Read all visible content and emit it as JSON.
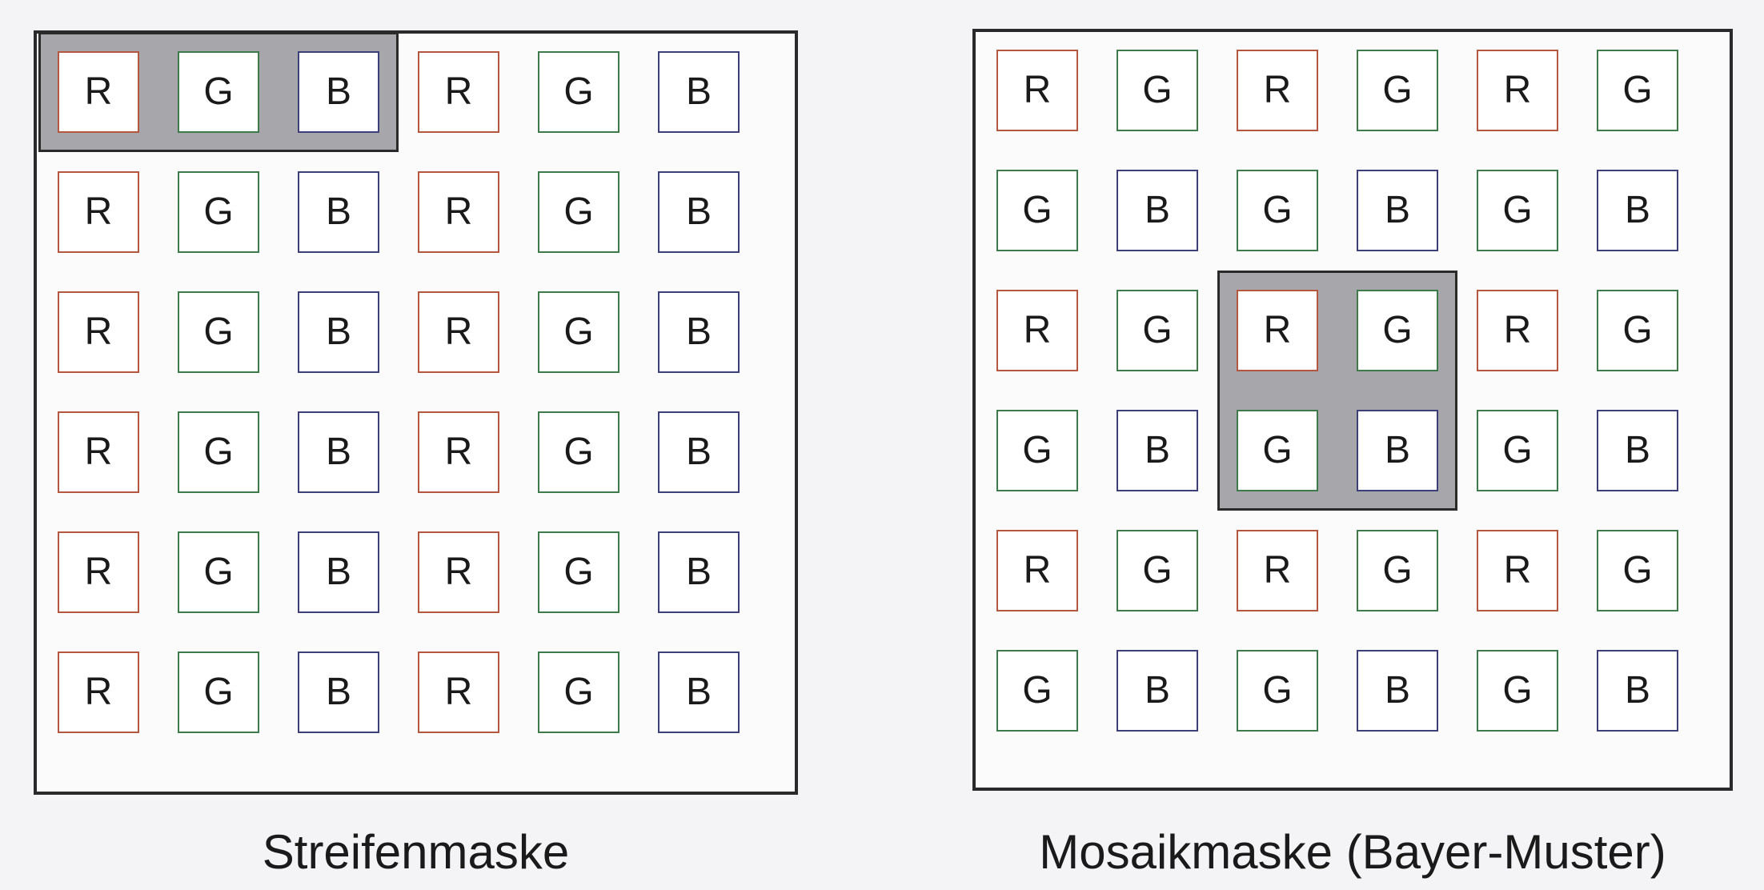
{
  "colors": {
    "red": "#b5573f",
    "green": "#3f7b4a",
    "blue": "#3d3f78",
    "highlight": "#a7a7ab"
  },
  "stripe_mask": {
    "caption": "Streifenmaske",
    "rows": [
      [
        "R",
        "G",
        "B",
        "R",
        "G",
        "B"
      ],
      [
        "R",
        "G",
        "B",
        "R",
        "G",
        "B"
      ],
      [
        "R",
        "G",
        "B",
        "R",
        "G",
        "B"
      ],
      [
        "R",
        "G",
        "B",
        "R",
        "G",
        "B"
      ],
      [
        "R",
        "G",
        "B",
        "R",
        "G",
        "B"
      ],
      [
        "R",
        "G",
        "B",
        "R",
        "G",
        "B"
      ]
    ],
    "highlighted_cells": "row 1, columns 1-3"
  },
  "bayer_mask": {
    "caption": "Mosaikmaske (Bayer-Muster)",
    "rows": [
      [
        "R",
        "G",
        "R",
        "G",
        "R",
        "G"
      ],
      [
        "G",
        "B",
        "G",
        "B",
        "G",
        "B"
      ],
      [
        "R",
        "G",
        "R",
        "G",
        "R",
        "G"
      ],
      [
        "G",
        "B",
        "G",
        "B",
        "G",
        "B"
      ],
      [
        "R",
        "G",
        "R",
        "G",
        "R",
        "G"
      ],
      [
        "G",
        "B",
        "G",
        "B",
        "G",
        "B"
      ]
    ],
    "highlighted_cells": "rows 3-4, columns 3-4"
  }
}
